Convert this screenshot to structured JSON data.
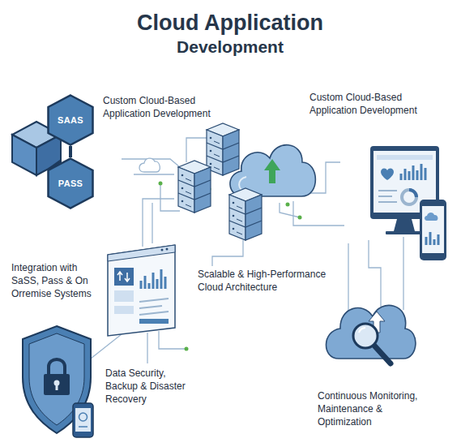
{
  "diagram": {
    "title": "Cloud Application Development",
    "nodes": [
      {
        "text": [
          "SAAS"
        ]
      },
      {
        "text": [
          "PASS"
        ]
      }
    ],
    "edges": [
      {
        "from": 0,
        "to": 1,
        "arrow": "none"
      }
    ],
    "labels": [
      "Custom Cloud-Based Application Development",
      "Custom Cloud-Based Application Development",
      "Integration with SaSS, Pass & On Orremise Systems",
      "Scalable & High-Performance Cloud Architecture",
      "Data Security, Backup & Disaster Recovery",
      "Continuous Monitoring, Maintenance & Optimization"
    ]
  }
}
